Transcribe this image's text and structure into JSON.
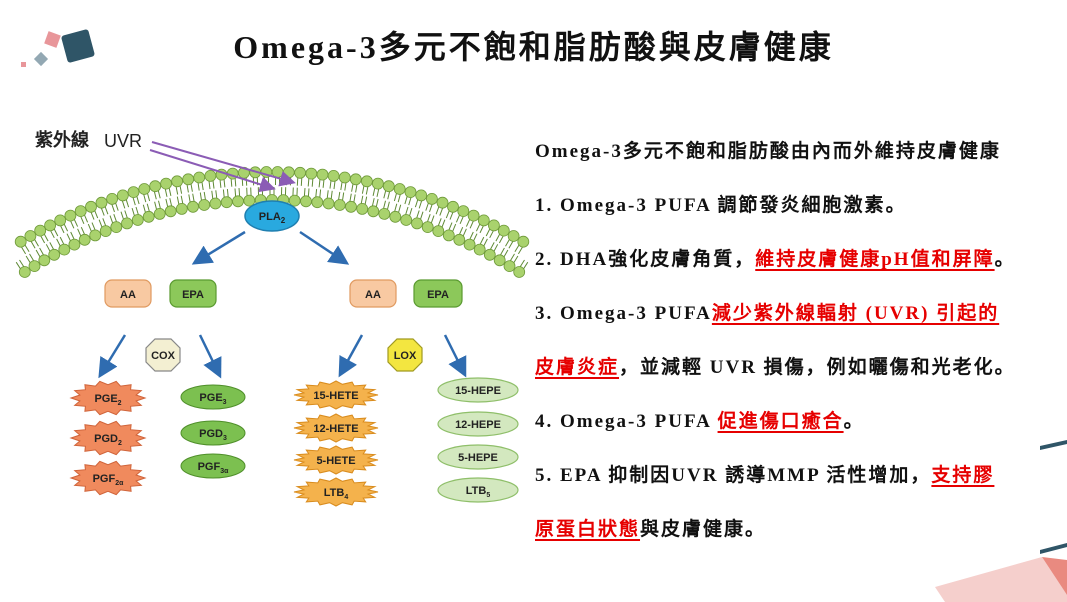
{
  "title": "Omega-3多元不飽和脂肪酸與皮膚健康",
  "diagram": {
    "uv_label": "紫外線",
    "uv_abbr": "UVR",
    "membrane_enzyme": {
      "main": "PLA",
      "sub": "2"
    },
    "left": {
      "aa": "AA",
      "epa": "EPA",
      "enzyme": "COX",
      "aa_products": [
        {
          "main": "PGE",
          "sub": "2"
        },
        {
          "main": "PGD",
          "sub": "2"
        },
        {
          "main": "PGF",
          "sub": "2α"
        }
      ],
      "epa_products": [
        {
          "main": "PGE",
          "sub": "3"
        },
        {
          "main": "PGD",
          "sub": "3"
        },
        {
          "main": "PGF",
          "sub": "3α"
        }
      ]
    },
    "right": {
      "aa": "AA",
      "epa": "EPA",
      "enzyme": "LOX",
      "aa_products": [
        {
          "main": "15-HETE"
        },
        {
          "main": "12-HETE"
        },
        {
          "main": "5-HETE"
        },
        {
          "main": "LTB",
          "sub": "4"
        }
      ],
      "epa_products": [
        {
          "main": "15-HEPE"
        },
        {
          "main": "12-HEPE"
        },
        {
          "main": "5-HEPE"
        },
        {
          "main": "LTB",
          "sub": "5"
        }
      ]
    }
  },
  "summary": {
    "lines": [
      {
        "segments": [
          {
            "text": "Omega-3多元不飽和脂肪酸由內而外維持皮膚健康",
            "emphasis": false
          }
        ]
      },
      {
        "segments": [
          {
            "text": "1. Omega-3 PUFA 調節發炎細胞激素。",
            "emphasis": false
          }
        ]
      },
      {
        "segments": [
          {
            "text": "2. DHA強化皮膚角質，",
            "emphasis": false
          },
          {
            "text": "維持皮膚健康pH值和屏障",
            "emphasis": true
          },
          {
            "text": "。",
            "emphasis": false
          }
        ]
      },
      {
        "segments": [
          {
            "text": "3. Omega-3 PUFA",
            "emphasis": false
          },
          {
            "text": "減少紫外線輻射 (UVR) 引起的",
            "emphasis": true
          }
        ]
      },
      {
        "segments": [
          {
            "text": "皮膚炎症",
            "emphasis": true
          },
          {
            "text": "，並減輕 UVR 損傷，例如曬傷和光老化。",
            "emphasis": false
          }
        ]
      },
      {
        "segments": [
          {
            "text": "4. Omega-3 PUFA ",
            "emphasis": false
          },
          {
            "text": "促進傷口癒合",
            "emphasis": true
          },
          {
            "text": "。",
            "emphasis": false
          }
        ]
      },
      {
        "segments": [
          {
            "text": "5. EPA 抑制因UVR 誘導MMP 活性增加，",
            "emphasis": false
          },
          {
            "text": "支持膠",
            "emphasis": true
          }
        ]
      },
      {
        "segments": [
          {
            "text": "原蛋白狀態",
            "emphasis": true
          },
          {
            "text": "與皮膚健康。",
            "emphasis": false
          }
        ]
      }
    ]
  },
  "colors": {
    "emphasis": "#e60000",
    "accent_dark": "#2f5567",
    "accent_pink": "#e8969a",
    "membrane_head": "#a9d26d",
    "membrane_edge": "#6f9a3a",
    "pla2": "#29a9df",
    "arrow": "#2f6cb0",
    "uv_arrow": "#8b5cb5"
  }
}
